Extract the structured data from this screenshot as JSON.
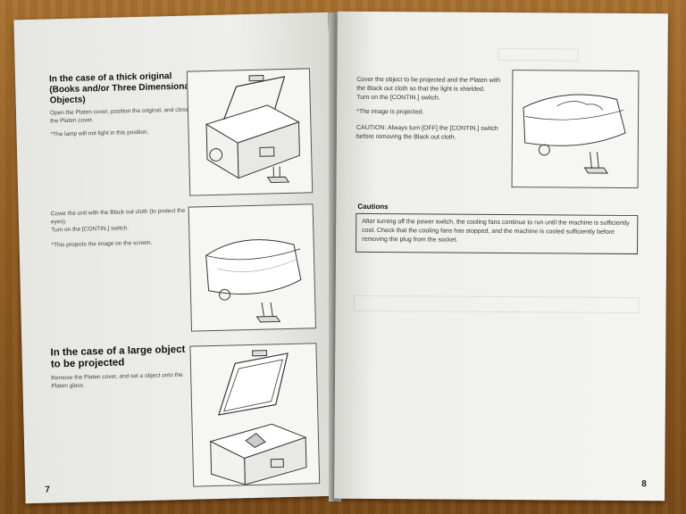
{
  "left_page": {
    "number": "7",
    "section1": {
      "title": "In the case of a thick original (Books and/or Three Dimensional Objects)",
      "body": "Open the Platen cover, position the original, and close the Platen cover.",
      "note": "*The lamp will not light in this position."
    },
    "section2": {
      "body": "Cover the unit with the Black out cloth (to protect the eyes).",
      "body2": "Turn on the [CONTIN.] switch.",
      "note": "*This projects the image on the screen."
    },
    "section3": {
      "title": "In the case of a large object to be projected",
      "body": "Remove the Platen cover, and set a object onto the Platen glass."
    }
  },
  "right_page": {
    "number": "8",
    "section1": {
      "body": "Cover the object to be projected and the Platen with the Black out cloth so that the light is shielded.",
      "body2": "Turn on the [CONTIN.] switch.",
      "note": "*The image is projected.",
      "caution": "CAUTION: Always turn [OFF] the [CONTIN.] switch before removing the Black out cloth."
    },
    "cautions": {
      "title": "Cautions",
      "body": "After turning off the power switch, the cooling fans continue to run until the machine is sufficiently cool. Check that the cooling fans has stopped, and the machine is cooled sufficiently before removing the plug from the socket."
    }
  },
  "colors": {
    "paper": "#ecece8",
    "wood": "#8f5a20",
    "ink": "#222222"
  }
}
